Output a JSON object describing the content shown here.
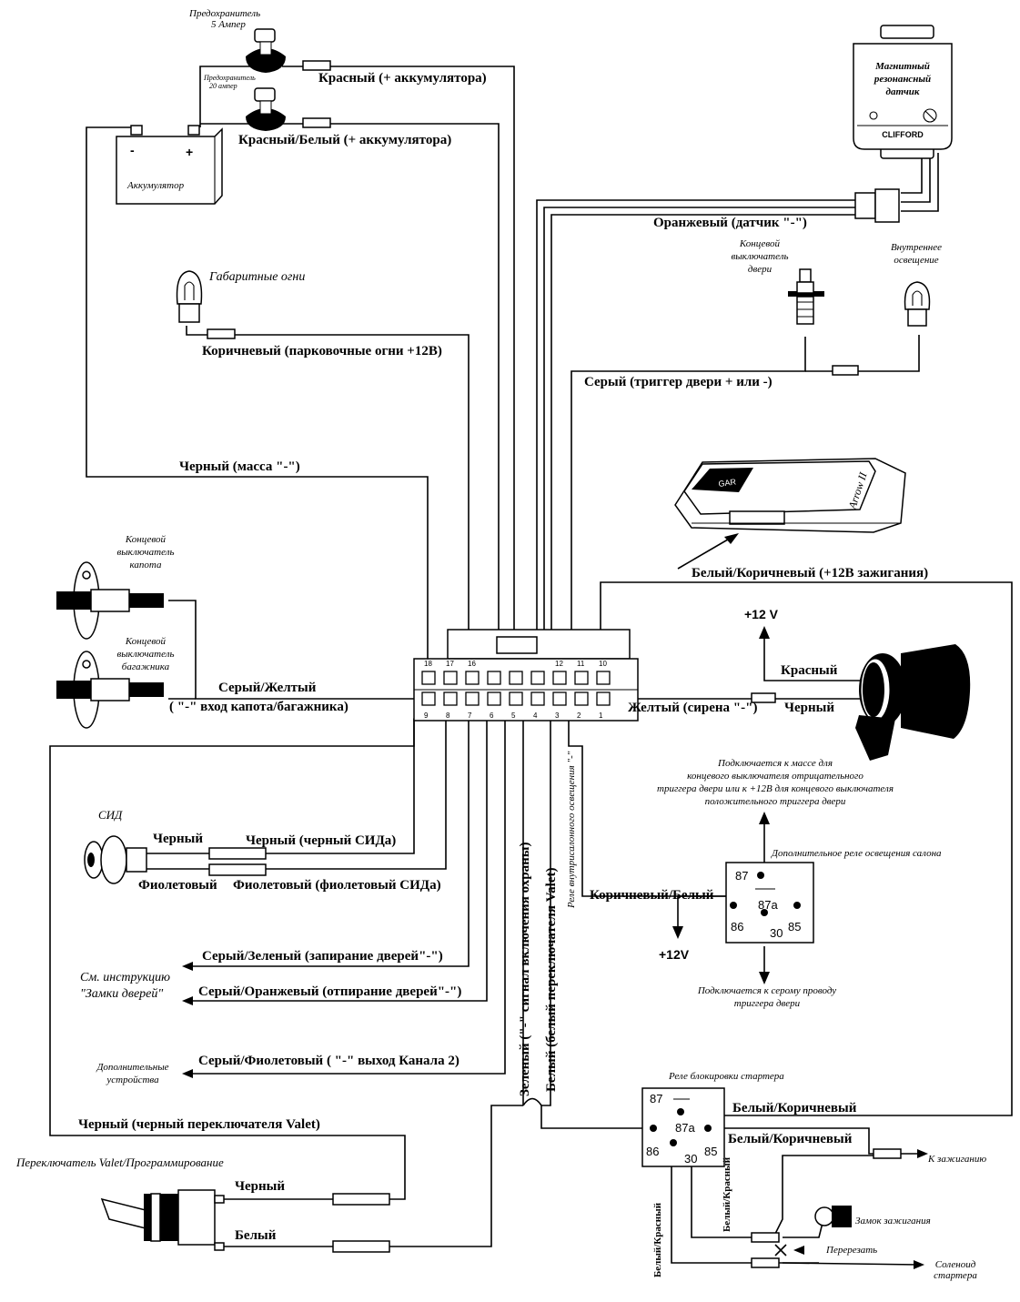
{
  "fuse_5a": "Предохранитель\n5 Ампер",
  "fuse_20a": "Предохранитель\n20 ампер",
  "battery": {
    "label": "Аккумулятор",
    "minus": "-",
    "plus": "+"
  },
  "wire_red": "Красный (+ аккумулятора)",
  "wire_red_white": "Красный/Белый  (+ аккумулятора)",
  "sensor": {
    "title": "Магнитный\nрезонансный\nдатчик",
    "brand": "CLIFFORD"
  },
  "wire_orange": "Оранжевый (датчик \"-\")",
  "door_switch": "Концевой\nвыключатель\nдвери",
  "interior_light": "Внутреннее\nосвещение",
  "parking_lights": "Габаритные огни",
  "wire_brown": "Коричневый (парковочные огни +12В)",
  "wire_gray_door": "Серый (триггер двери + или -)",
  "wire_black_ground": "Черный (масса \"-\")",
  "remote_text": "Arrow II",
  "wire_white_brown_ign": "Белый/Коричневый (+12В зажигания)",
  "hood_switch": "Концевой\nвыключатель\nкапота",
  "trunk_switch": "Концевой\nвыключатель\nбагажника",
  "wire_gray_yellow": "Серый/Желтый",
  "hood_trunk_input": "( \"-\"  вход капота/багажника)",
  "plus12v_top": "+12 V",
  "siren": {
    "red": "Красный",
    "black": "Черный",
    "wire": "Желтый (сирена \"-\")"
  },
  "connector_pins_top": [
    "18",
    "17",
    "16",
    "",
    "",
    "",
    "12",
    "11",
    "10"
  ],
  "connector_pins_bottom": [
    "9",
    "8",
    "7",
    "6",
    "5",
    "4",
    "3",
    "2",
    "1"
  ],
  "led": {
    "label": "СИД",
    "black": "Черный",
    "black_wire": "Черный (черный СИДа)",
    "violet": "Фиолетовый",
    "violet_wire": "Фиолетовый (фиолетовый СИДа)"
  },
  "wire_gray_green": "Серый/Зеленый (запирание дверей\"-\")",
  "wire_gray_orange": "Серый/Оранжевый (отпирание дверей\"-\")",
  "door_locks_note": "См. инструкцию\n\"Замки дверей\"",
  "wire_gray_violet": "Серый/Фиолетовый ( \"-\"  выход  Канала 2)",
  "extra_devices": "Дополнительные\nустройства",
  "vertical_green": "Зеленый (\"-\" сигнал включения охраны)",
  "vertical_white": "Белый (белый переключателя Valet)",
  "vertical_relay": "Реле внутрисалонного освещения \"-\"",
  "door_relay_note": "Подключается к массе для\nконцевого выключателя  отрицательного\nтриггера двери или к +12В для  концевого выключателя\nположительного триггера двери",
  "door_relay_title": "Дополнительное реле освещения салона",
  "wire_brown_white": "Коричневый/Белый",
  "plus12v_relay": "+12V",
  "relay_pins": {
    "p87": "87",
    "p87a": "87a",
    "p86": "86",
    "p30": "30",
    "p85": "85"
  },
  "relay_bottom_note": "Подключается к серому проводу\nтриггера двери",
  "starter_relay_title": "Реле блокировки стартера",
  "wire_white_brown_1": "Белый/Коричневый",
  "wire_white_brown_2": "Белый/Коричневый",
  "to_ignition": "К зажиганию",
  "ignition_lock": "Замок зажигания",
  "cut_here": "Перерезать",
  "solenoid": "Соленоид\nстартера",
  "white_red_1": "Белый/Красный",
  "white_red_2": "Белый/Красный",
  "wire_black_valet": "Черный (черный переключателя Valet)",
  "valet_switch": "Переключатель Valet/Программирование",
  "valet_black": "Черный",
  "valet_white": "Белый"
}
